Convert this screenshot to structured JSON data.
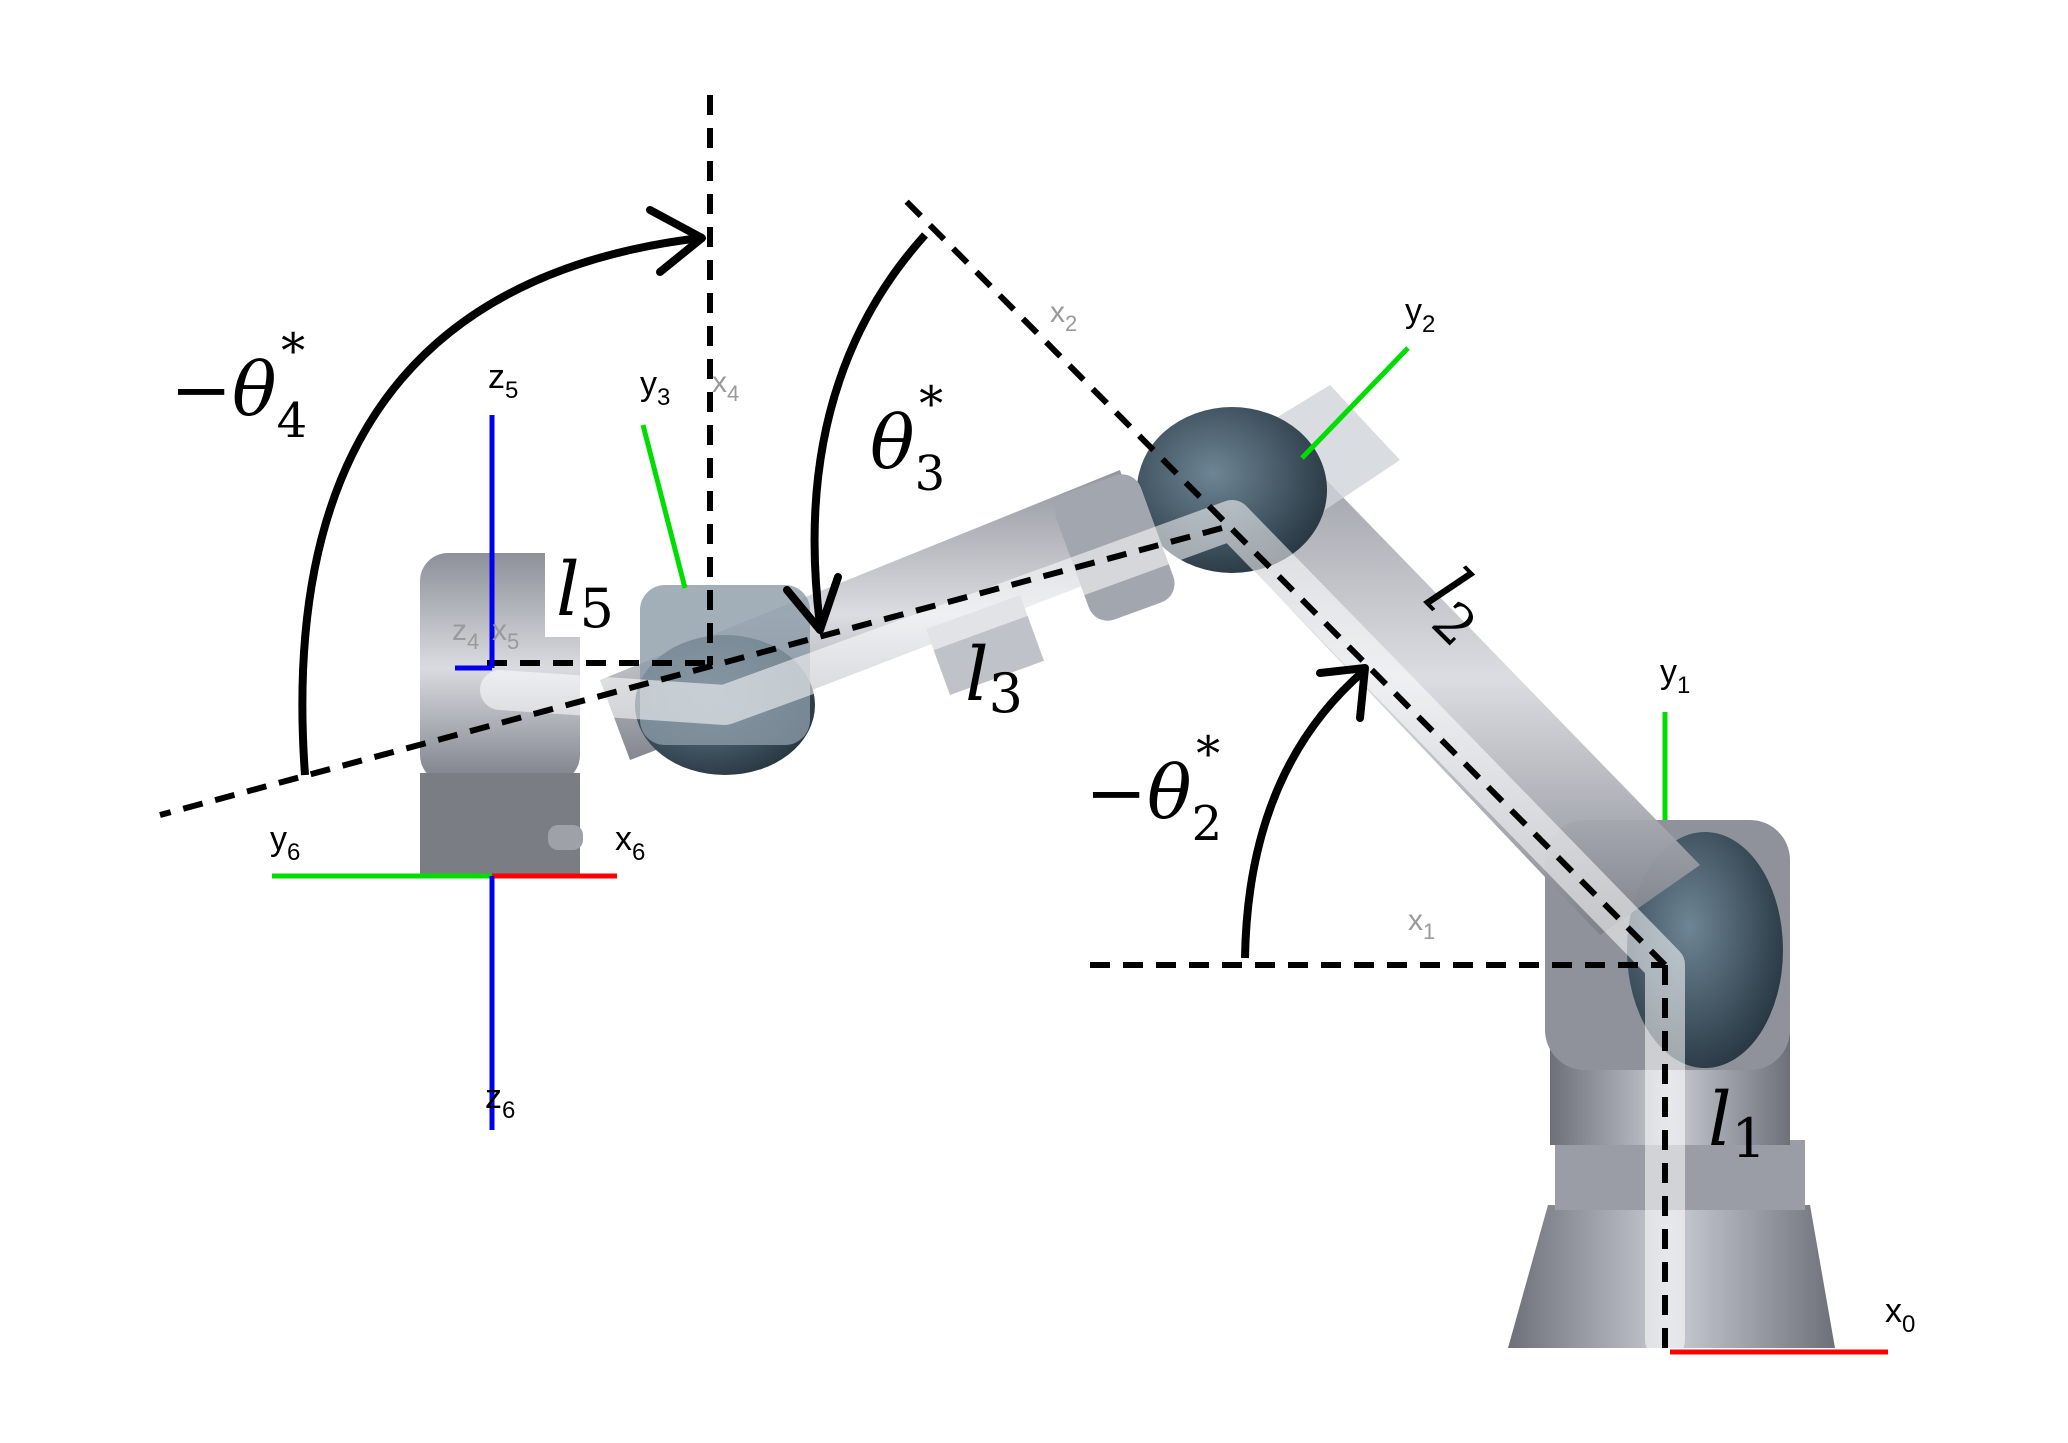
{
  "colors": {
    "x_axis": "#ff0000",
    "y_axis": "#00dd00",
    "z_axis": "#0000ee",
    "robot_body": "#b9bcc3",
    "robot_joint": "#3d4f5c"
  },
  "angles": {
    "theta2": {
      "sign": "−",
      "symbol": "θ",
      "sub": "2",
      "sup": "*"
    },
    "theta3": {
      "sign": "",
      "symbol": "θ",
      "sub": "3",
      "sup": "*"
    },
    "theta4": {
      "sign": "−",
      "symbol": "θ",
      "sub": "4",
      "sup": "*"
    }
  },
  "links": {
    "l1": {
      "symbol": "l",
      "sub": "1"
    },
    "l2": {
      "symbol": "l",
      "sub": "2"
    },
    "l3": {
      "symbol": "l",
      "sub": "3"
    },
    "l5": {
      "symbol": "l",
      "sub": "5"
    }
  },
  "frames": {
    "x0": {
      "base": "x",
      "sub": "0"
    },
    "x1": {
      "base": "x",
      "sub": "1"
    },
    "y1": {
      "base": "y",
      "sub": "1"
    },
    "x2": {
      "base": "x",
      "sub": "2"
    },
    "y2": {
      "base": "y",
      "sub": "2"
    },
    "y3": {
      "base": "y",
      "sub": "3"
    },
    "x4": {
      "base": "x",
      "sub": "4"
    },
    "z5": {
      "base": "z",
      "sub": "5"
    },
    "z4": {
      "base": "z",
      "sub": "4"
    },
    "x5": {
      "base": "x",
      "sub": "5"
    },
    "y6": {
      "base": "y",
      "sub": "6"
    },
    "x6": {
      "base": "x",
      "sub": "6"
    },
    "z6": {
      "base": "z",
      "sub": "6"
    }
  }
}
